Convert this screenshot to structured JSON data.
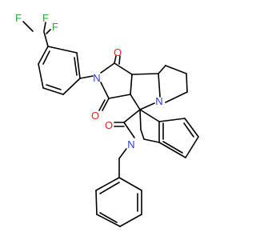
{
  "molecule": {
    "atoms": [
      {
        "id": "n_imide",
        "text": "N",
        "color": "#2a3bd6"
      },
      {
        "id": "o_upper",
        "text": "O",
        "color": "#e0241c"
      },
      {
        "id": "o_lower",
        "text": "O",
        "color": "#e0241c"
      },
      {
        "id": "n_pyrrolidine",
        "text": "N",
        "color": "#2a3bd6"
      },
      {
        "id": "o_oxindole",
        "text": "O",
        "color": "#e0241c"
      },
      {
        "id": "n_oxindole",
        "text": "N",
        "color": "#2a3bd6"
      },
      {
        "id": "f1",
        "text": "F",
        "color": "#28a828"
      },
      {
        "id": "f2",
        "text": "F",
        "color": "#28a828"
      },
      {
        "id": "f3",
        "text": "F",
        "color": "#28a828"
      }
    ]
  }
}
